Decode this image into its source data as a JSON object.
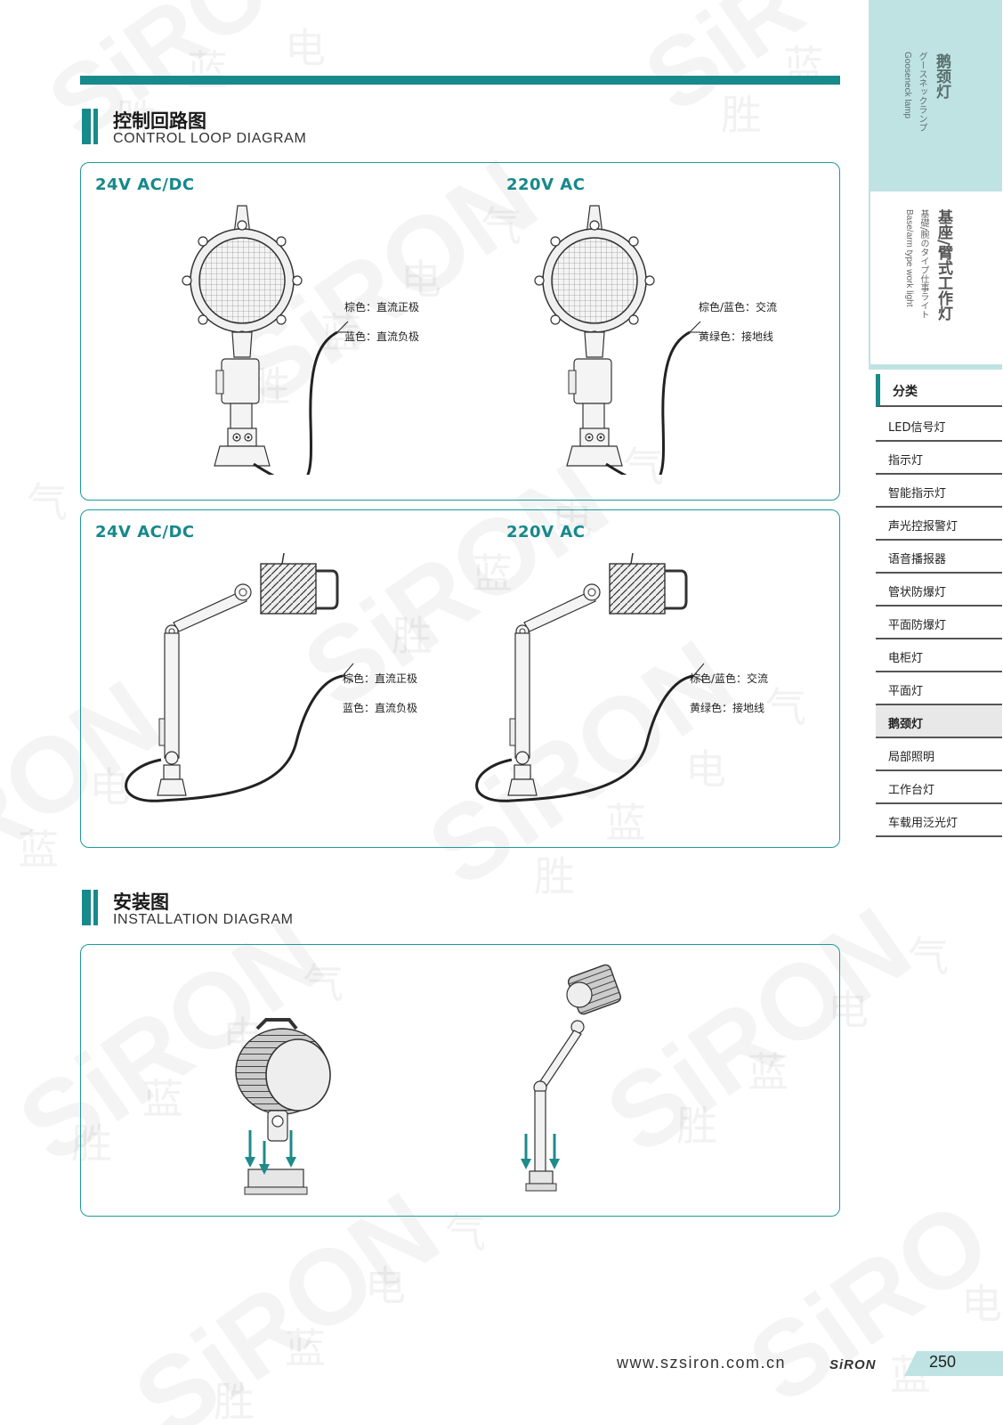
{
  "sections": {
    "control": {
      "title_zh": "控制回路图",
      "title_en": "CONTROL LOOP DIAGRAM"
    },
    "install": {
      "title_zh": "安装图",
      "title_en": "INSTALLATION DIAGRAM"
    }
  },
  "panel1": {
    "left": {
      "voltage": "24V AC/DC",
      "wire1": "棕色：直流正极",
      "wire2": "蓝色：直流负极"
    },
    "right": {
      "voltage": "220V AC",
      "wire1": "棕色/蓝色：交流",
      "wire2": "黄绿色：接地线"
    }
  },
  "panel2": {
    "left": {
      "voltage": "24V AC/DC",
      "wire1": "棕色：直流正极",
      "wire2": "蓝色：直流负极"
    },
    "right": {
      "voltage": "220V AC",
      "wire1": "棕色/蓝色：交流",
      "wire2": "黄绿色：接地线"
    }
  },
  "sidebar": {
    "tab1": {
      "zh": "鹅颈灯",
      "jp": "グースネックランプ",
      "en": "Gooseneck lamp"
    },
    "tab2": {
      "zh": "基座/臂式工作灯",
      "jp": "基礎/腕のタイプ仕事ライト",
      "en": "Base/arm type work light"
    },
    "category": "分类",
    "items": [
      "LED信号灯",
      "指示灯",
      "智能指示灯",
      "声光控报警灯",
      "语音播报器",
      "管状防爆灯",
      "平面防爆灯",
      "电柜灯",
      "平面灯",
      "鹅颈灯",
      "局部照明",
      "工作台灯",
      "车载用泛光灯"
    ],
    "active_item": "鹅颈灯"
  },
  "footer": {
    "url": "www.szsiron.com.cn",
    "brand": "SiRON",
    "page": "250"
  },
  "watermark": {
    "brand": "SiRON",
    "chars": [
      "胜",
      "蓝",
      "电",
      "气"
    ]
  },
  "colors": {
    "accent": "#178a8c",
    "sidebar_bg": "#bfe3e3",
    "border": "#1f9a9c"
  }
}
